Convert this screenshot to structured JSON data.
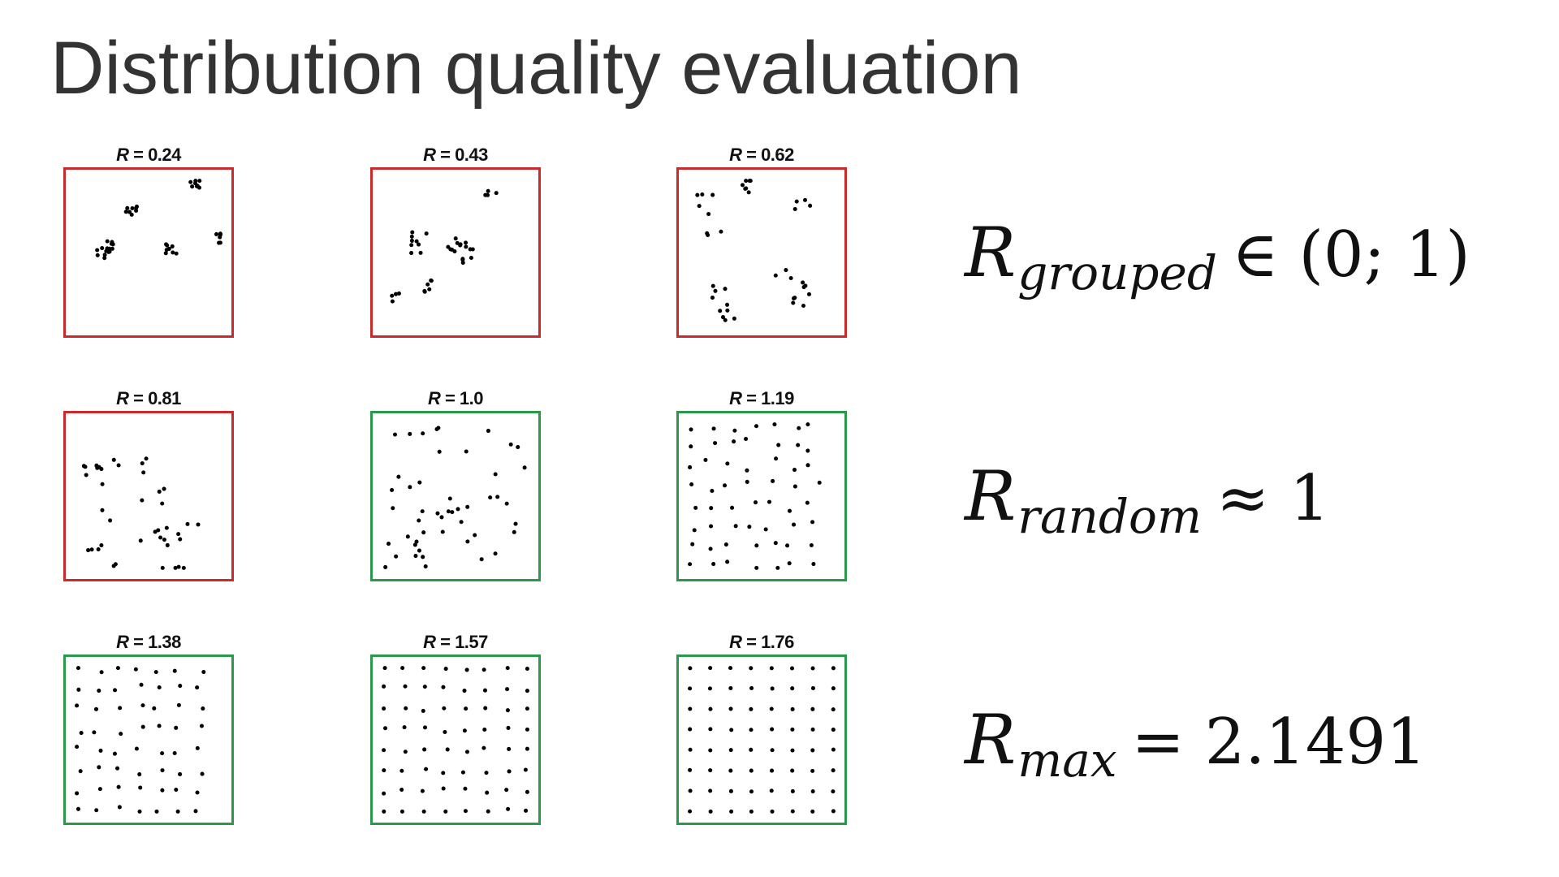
{
  "title": "Distribution quality evaluation",
  "panels": [
    {
      "label": "R = 0.24",
      "r": 0.24,
      "border": "#cc2a2a"
    },
    {
      "label": "R = 0.43",
      "r": 0.43,
      "border": "#cc2a2a"
    },
    {
      "label": "R = 0.62",
      "r": 0.62,
      "border": "#cc2a2a"
    },
    {
      "label": "R = 0.81",
      "r": 0.81,
      "border": "#cc2a2a"
    },
    {
      "label": "R = 1.0",
      "r": 1.0,
      "border": "#2a9a4a"
    },
    {
      "label": "R = 1.19",
      "r": 1.19,
      "border": "#2a9a4a"
    },
    {
      "label": "R = 1.38",
      "r": 1.38,
      "border": "#2a9a4a"
    },
    {
      "label": "R = 1.57",
      "r": 1.57,
      "border": "#2a9a4a"
    },
    {
      "label": "R = 1.76",
      "r": 1.76,
      "border": "#2a9a4a"
    }
  ],
  "formulas": {
    "grouped": {
      "main": "R",
      "sub": "grouped",
      "rest": "∈ (0; 1)"
    },
    "random": {
      "main": "R",
      "sub": "random",
      "rest": "≈ 1"
    },
    "max": {
      "main": "R",
      "sub": "max",
      "rest": "= 2.1491"
    }
  },
  "colors": {
    "grouped": "#cc2a2a",
    "random": "#2a9a4a",
    "text": "#333333",
    "dots": "#000000"
  }
}
